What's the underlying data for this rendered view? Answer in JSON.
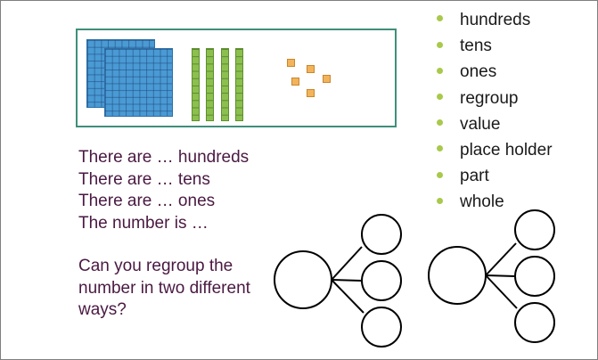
{
  "blocks": {
    "hundreds_count": 2,
    "tens_count": 4,
    "ones_count": 5
  },
  "sentences": [
    "There are … hundreds",
    "There are … tens",
    "There are … ones",
    "The number is …"
  ],
  "question": "Can you regroup the number in two different ways?",
  "vocabulary": [
    "hundreds",
    "tens",
    "ones",
    "regroup",
    "value",
    "place holder",
    "part",
    "whole"
  ],
  "colors": {
    "text_maroon": "#4a1942",
    "bullet_green": "#a8c94a",
    "frame_teal": "#3f8f7a",
    "hundred_blue": "#4a9ad4",
    "ten_green": "#8cc04e",
    "one_orange": "#f3b35a"
  }
}
